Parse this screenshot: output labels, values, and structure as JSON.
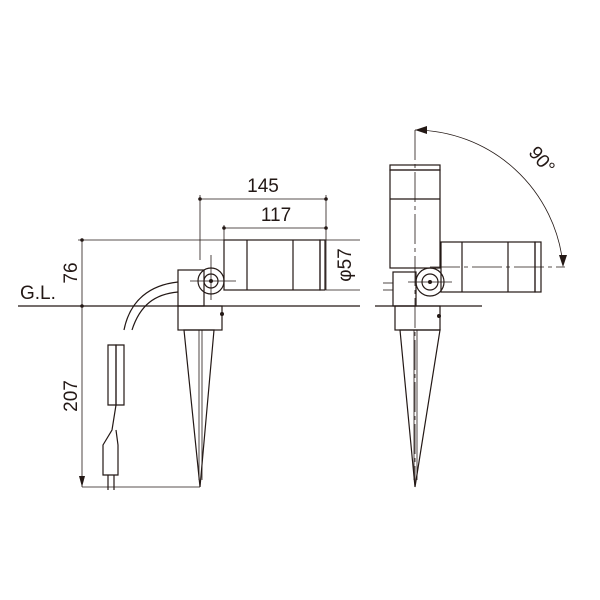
{
  "drawing": {
    "ground_label": "G.L.",
    "dimensions": {
      "overall_length": "145",
      "body_length": "117",
      "height_above_ground": "76",
      "spike_depth": "207",
      "diameter": "φ57",
      "rotation_angle": "90°"
    },
    "line_color": "#231815"
  }
}
